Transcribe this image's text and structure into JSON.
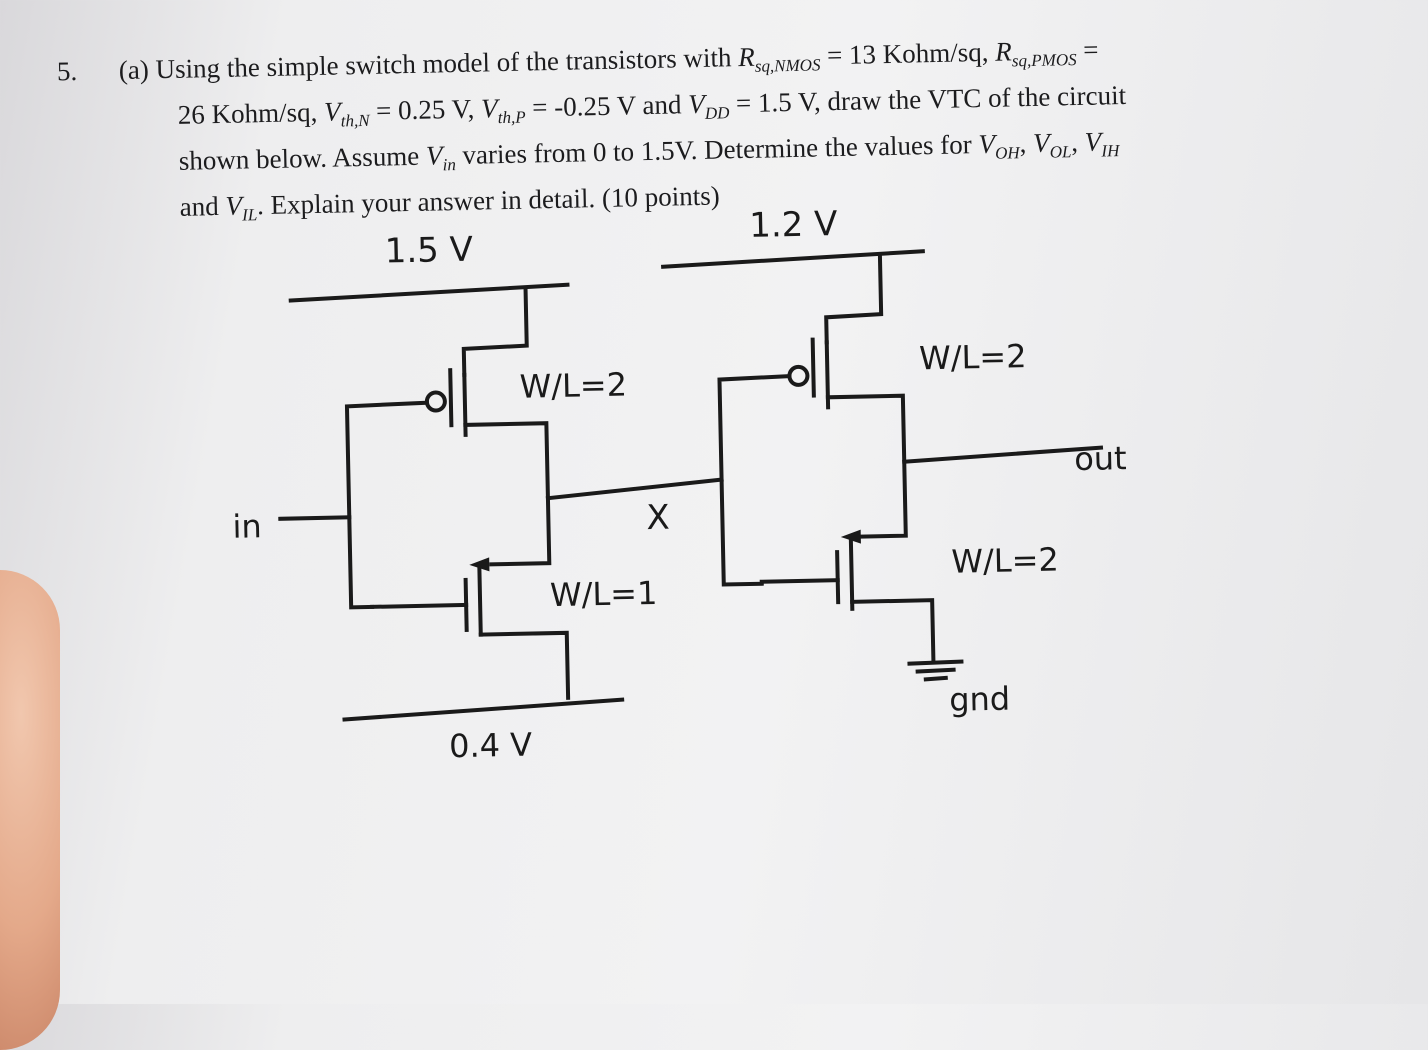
{
  "question": {
    "number": "5.",
    "lines": [
      "(a) Using the simple switch model of the transistors with R",
      "26 Kohm/sq, V",
      "shown below. Assume V",
      "and V"
    ],
    "line1": {
      "part": "(a) Using the simple switch model of the transistors with ",
      "r": "R",
      "r_sub": "sq,NMOS",
      "mid": " = 13 Kohm/sq, ",
      "r2": "R",
      "r2_sub": "sq,PMOS",
      "end": " ="
    },
    "line2": {
      "start": "26 Kohm/sq, ",
      "v1": "V",
      "v1_sub": "th,N",
      "m1": " = 0.25 V, ",
      "v2": "V",
      "v2_sub": "th,P",
      "m2": " = -0.25 V and ",
      "v3": "V",
      "v3_sub": "DD",
      "end": " = 1.5 V, draw the VTC of the circuit"
    },
    "line3": {
      "start": "shown below. Assume ",
      "v": "V",
      "v_sub": "in",
      "mid": " varies from 0 to 1.5V. Determine the values for ",
      "a": "V",
      "a_sub": "OH",
      "sep1": ", ",
      "b": "V",
      "b_sub": "OL",
      "sep2": ", ",
      "c": "V",
      "c_sub": "IH"
    },
    "line4": {
      "start": "and ",
      "v": "V",
      "v_sub": "IL",
      "end": ". Explain your answer in detail. (10 points)"
    }
  },
  "circuit": {
    "supply_left": "1.5 V",
    "supply_right": "1.2 V",
    "bottom_rail": "0.4 V",
    "ground": "gnd",
    "input": "in",
    "output": "out",
    "node": "X",
    "pmos1_wl": "W/L=2",
    "pmos2_wl": "W/L=2",
    "nmos1_wl": "W/L=1",
    "nmos2_wl": "W/L=2"
  }
}
